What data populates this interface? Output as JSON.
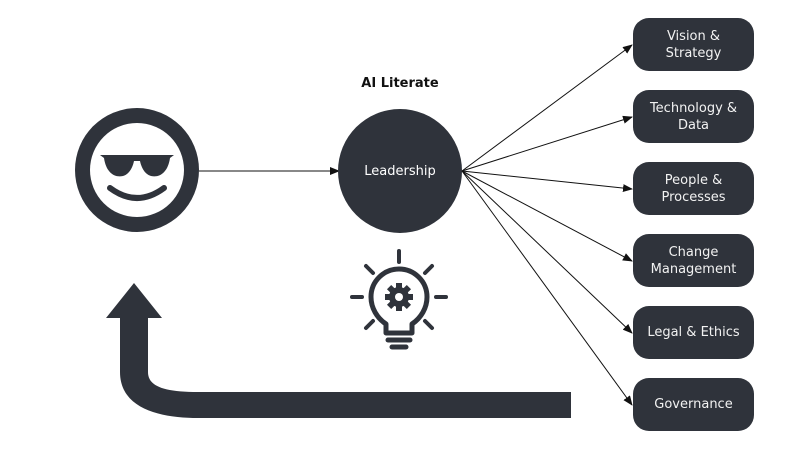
{
  "diagram": {
    "title": "AI Literate",
    "center_label": "Leadership",
    "boxes": [
      {
        "label": "Vision &\nStrategy"
      },
      {
        "label": "Technology &\nData"
      },
      {
        "label": "People &\nProcesses"
      },
      {
        "label": "Change\nManagement"
      },
      {
        "label": "Legal & Ethics"
      },
      {
        "label": "Governance"
      }
    ]
  },
  "colors": {
    "shape": "#2f333b",
    "text_light": "#f2f2f2",
    "line": "#111111"
  },
  "icons": {
    "person": "smiley-sunglasses-icon",
    "idea": "lightbulb-gear-icon",
    "feedback": "curved-arrow-up-icon"
  }
}
